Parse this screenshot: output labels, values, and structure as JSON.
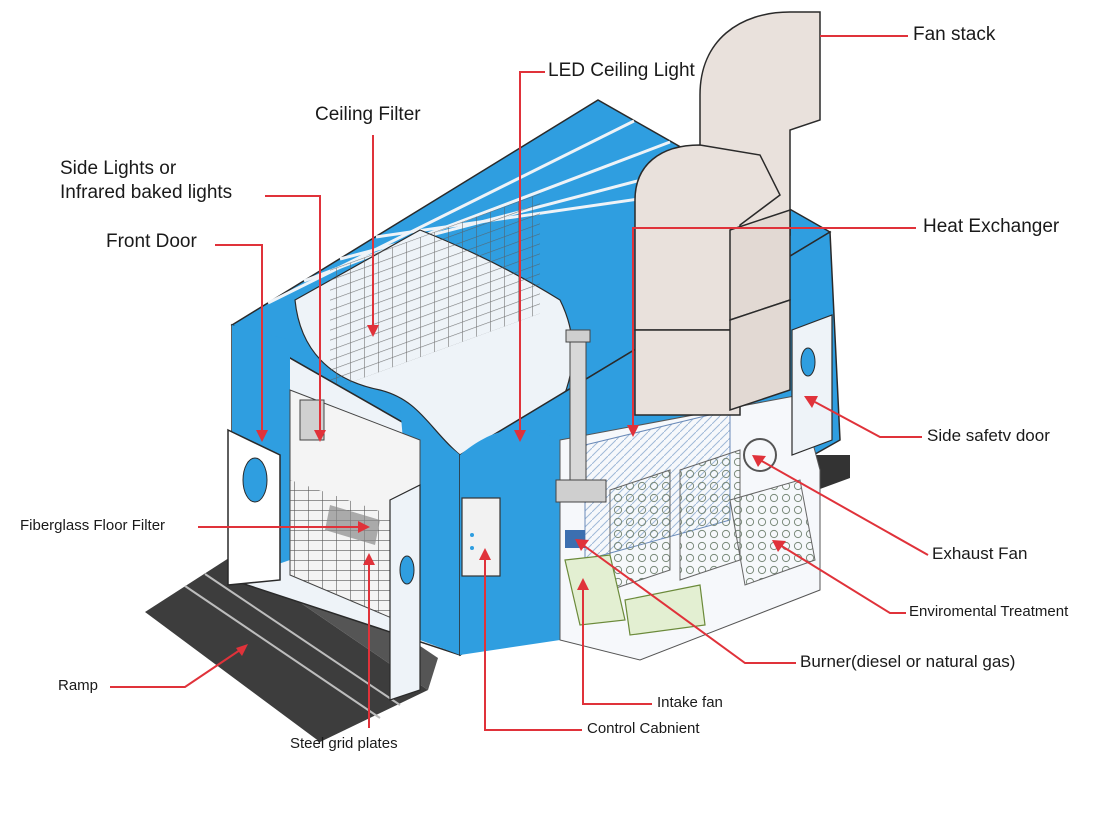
{
  "labels": {
    "fan_stack": "Fan stack",
    "led_ceiling_light": "LED Ceiling Light",
    "ceiling_filter": "Ceiling Filter",
    "side_lights_line1": "Side Lights or",
    "side_lights_line2": "Infrared baked lights",
    "front_door": "Front Door",
    "heat_exchanger": "Heat Exchanger",
    "side_safety_door": "Side safetv door",
    "exhaust_fan": "Exhaust Fan",
    "environmental_treatment": "Enviromental Treatment",
    "fiberglass_floor_filter": "Fiberglass Floor Filter",
    "burner": "Burner(diesel or natural gas)",
    "intake_fan": "Intake fan",
    "ramp": "Ramp",
    "control_cabinet": "Control Cabnient",
    "steel_grid_plates": "Steel grid plates"
  },
  "colors": {
    "booth_blue": "#2f9ee0",
    "booth_white": "#eef3f8",
    "duct_beige": "#e9e1dc",
    "ramp_dark": "#3d3d3d",
    "leader_red": "#e0323a",
    "outline": "#2a2a2a"
  }
}
